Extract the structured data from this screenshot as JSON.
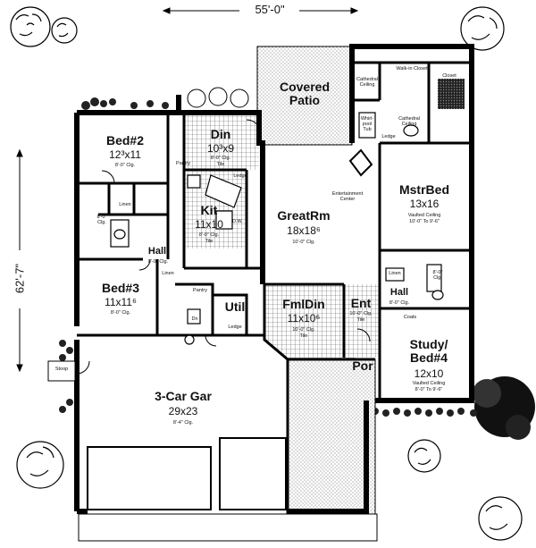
{
  "overall": {
    "width": "55'-0\"",
    "depth": "62'-7\""
  },
  "rooms": {
    "covered_patio": {
      "name": "Covered\nPatio"
    },
    "bed2": {
      "name": "Bed#2",
      "size": "12³x11",
      "ceiling": "8'-0\" Clg."
    },
    "din": {
      "name": "Din",
      "size": "10³x9",
      "ceiling": "8'-0\" Clg.",
      "floor": "Tile"
    },
    "kit": {
      "name": "Kit",
      "size": "11x10",
      "ceiling": "8'-0\" Clg.",
      "floor": "Tile"
    },
    "greatrm": {
      "name": "GreatRm",
      "size": "18x18⁶",
      "ceiling": "10'-0\" Clg."
    },
    "mstrbed": {
      "name": "MstrBed",
      "size": "13x16",
      "ceiling": "Vaulted Ceiling",
      "ceiling2": "10'-0\" To 9'-6\""
    },
    "hall_left": {
      "name": "Hall",
      "ceiling": "8'-0\" Clg."
    },
    "bed3": {
      "name": "Bed#3",
      "size": "11x11⁶",
      "ceiling": "8'-0\" Clg."
    },
    "util": {
      "name": "Util"
    },
    "fmldin": {
      "name": "FmlDin",
      "size": "11x10⁶",
      "ceiling": "10'-0\" Clg.",
      "floor": "Tile"
    },
    "ent": {
      "name": "Ent",
      "ceiling": "10'-0\" Clg.",
      "floor": "Tile"
    },
    "hall_right": {
      "name": "Hall",
      "ceiling": "8'-0\" Clg."
    },
    "study": {
      "name": "Study/\nBed#4",
      "size": "12x10",
      "ceiling": "Vaulted Ceiling",
      "ceiling2": "8'-0\" To 9'-6\""
    },
    "por": {
      "name": "Por"
    },
    "garage": {
      "name": "3-Car Gar",
      "size": "29x23",
      "ceiling": "8'-4\" Clg."
    }
  },
  "small_labels": {
    "walkin_closet": "Walk-in Closet",
    "closet": "Closet",
    "cathedral_ceiling_1": "Cathedral\nCeiling",
    "cathedral_ceiling_2": "Cathedral\nCeiling",
    "whirlpool_tub": "Whirl-\npool\nTub",
    "ledge_bath": "Ledge",
    "entertainment_center": "Entertainment\nCenter",
    "pantry_din": "Pantry",
    "ledge_kit": "Ledge",
    "dw": "D.W.",
    "linen_bed2": "Linen",
    "clg_bed2_closet": "8'-0\"\nClg.",
    "linen_hall": "Linen",
    "pantry_util": "Pantry",
    "dn": "Dn",
    "ledge_util": "Ledge",
    "linen_right": "Linen",
    "clg_right_bath": "8'-0\"\nClg.",
    "coats": "Coats",
    "stoop": "Stoop"
  }
}
